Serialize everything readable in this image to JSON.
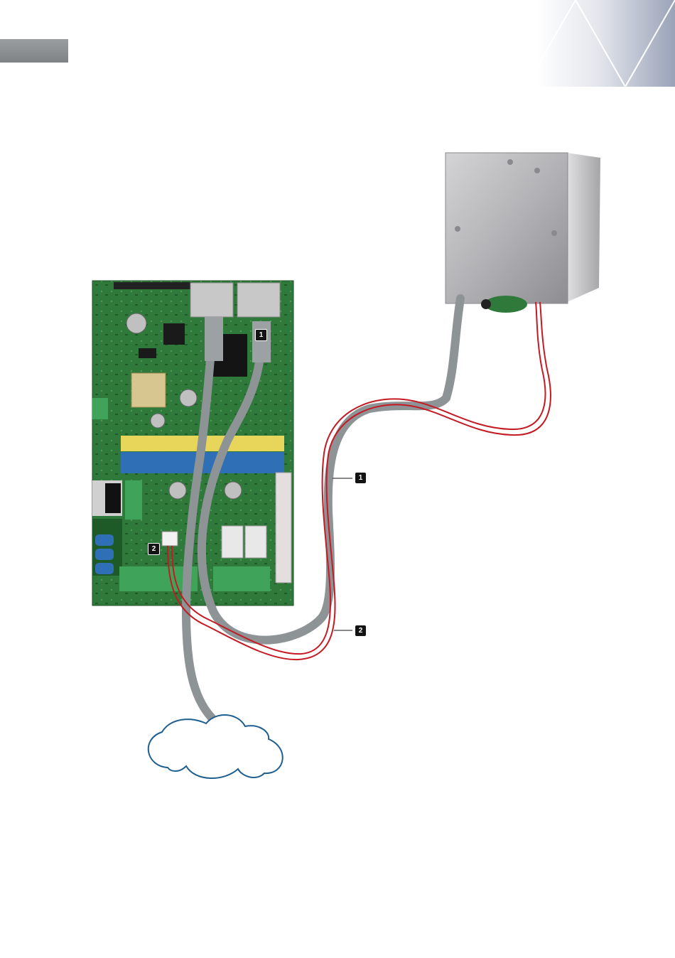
{
  "labels": {
    "cable_1": "1",
    "cable_2": "2",
    "board_port_1": "1",
    "board_port_2": "2"
  },
  "colors": {
    "header_gradient_start": "#ffffff",
    "header_gradient_end": "#9aa3b8",
    "pcb_green": "#2f7a3a",
    "terminal_blue": "#2f6fb5",
    "terminal_green": "#3fa35a",
    "network_cable": "#8e9396",
    "power_wire": "#c41a24",
    "cloud_outline": "#1f5f8f",
    "sensor_housing": "#b9b9bb",
    "badge": "#141414"
  },
  "components": {
    "controller_board": "pcb",
    "sensor_unit": "stainless-housing",
    "network": "cloud"
  }
}
